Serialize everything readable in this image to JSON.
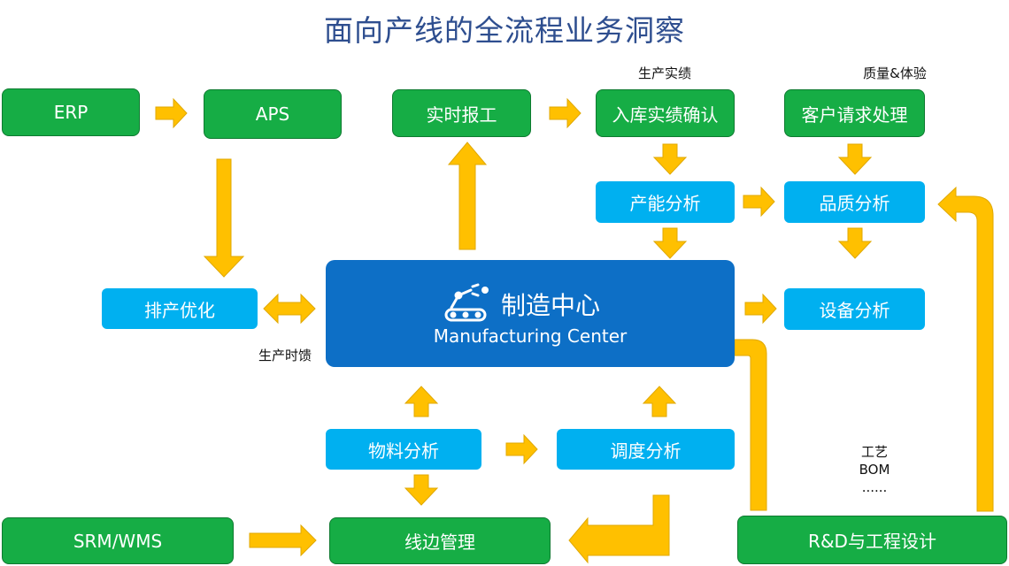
{
  "title": "面向产线的全流程业务洞察",
  "nodes": {
    "erp": "ERP",
    "aps": "APS",
    "realtime_report": "实时报工",
    "warehouse_confirm": "入库实绩确认",
    "customer_request": "客户请求处理",
    "capacity_analysis": "产能分析",
    "quality_analysis": "品质分析",
    "schedule_opt": "排产优化",
    "equipment_analysis": "设备分析",
    "material_analysis": "物料分析",
    "dispatch_analysis": "调度分析",
    "srm_wms": "SRM/WMS",
    "lineside_mgmt": "线边管理",
    "rd_engineering": "R&D与工程设计"
  },
  "center": {
    "title": "制造中心",
    "subtitle": "Manufacturing Center"
  },
  "labels": {
    "production_results": "生产实绩",
    "quality_experience": "质量&体验",
    "production_feedback": "生产时馈",
    "process": "工艺",
    "bom": "BOM",
    "ellipsis": "......"
  },
  "colors": {
    "green": "#16ad45",
    "light_blue": "#00b0f0",
    "center_blue": "#0d6fc6",
    "arrow": "#ffc000",
    "title": "#2e4e8f"
  },
  "icons": {
    "center_icon": "robot-arm-icon"
  }
}
